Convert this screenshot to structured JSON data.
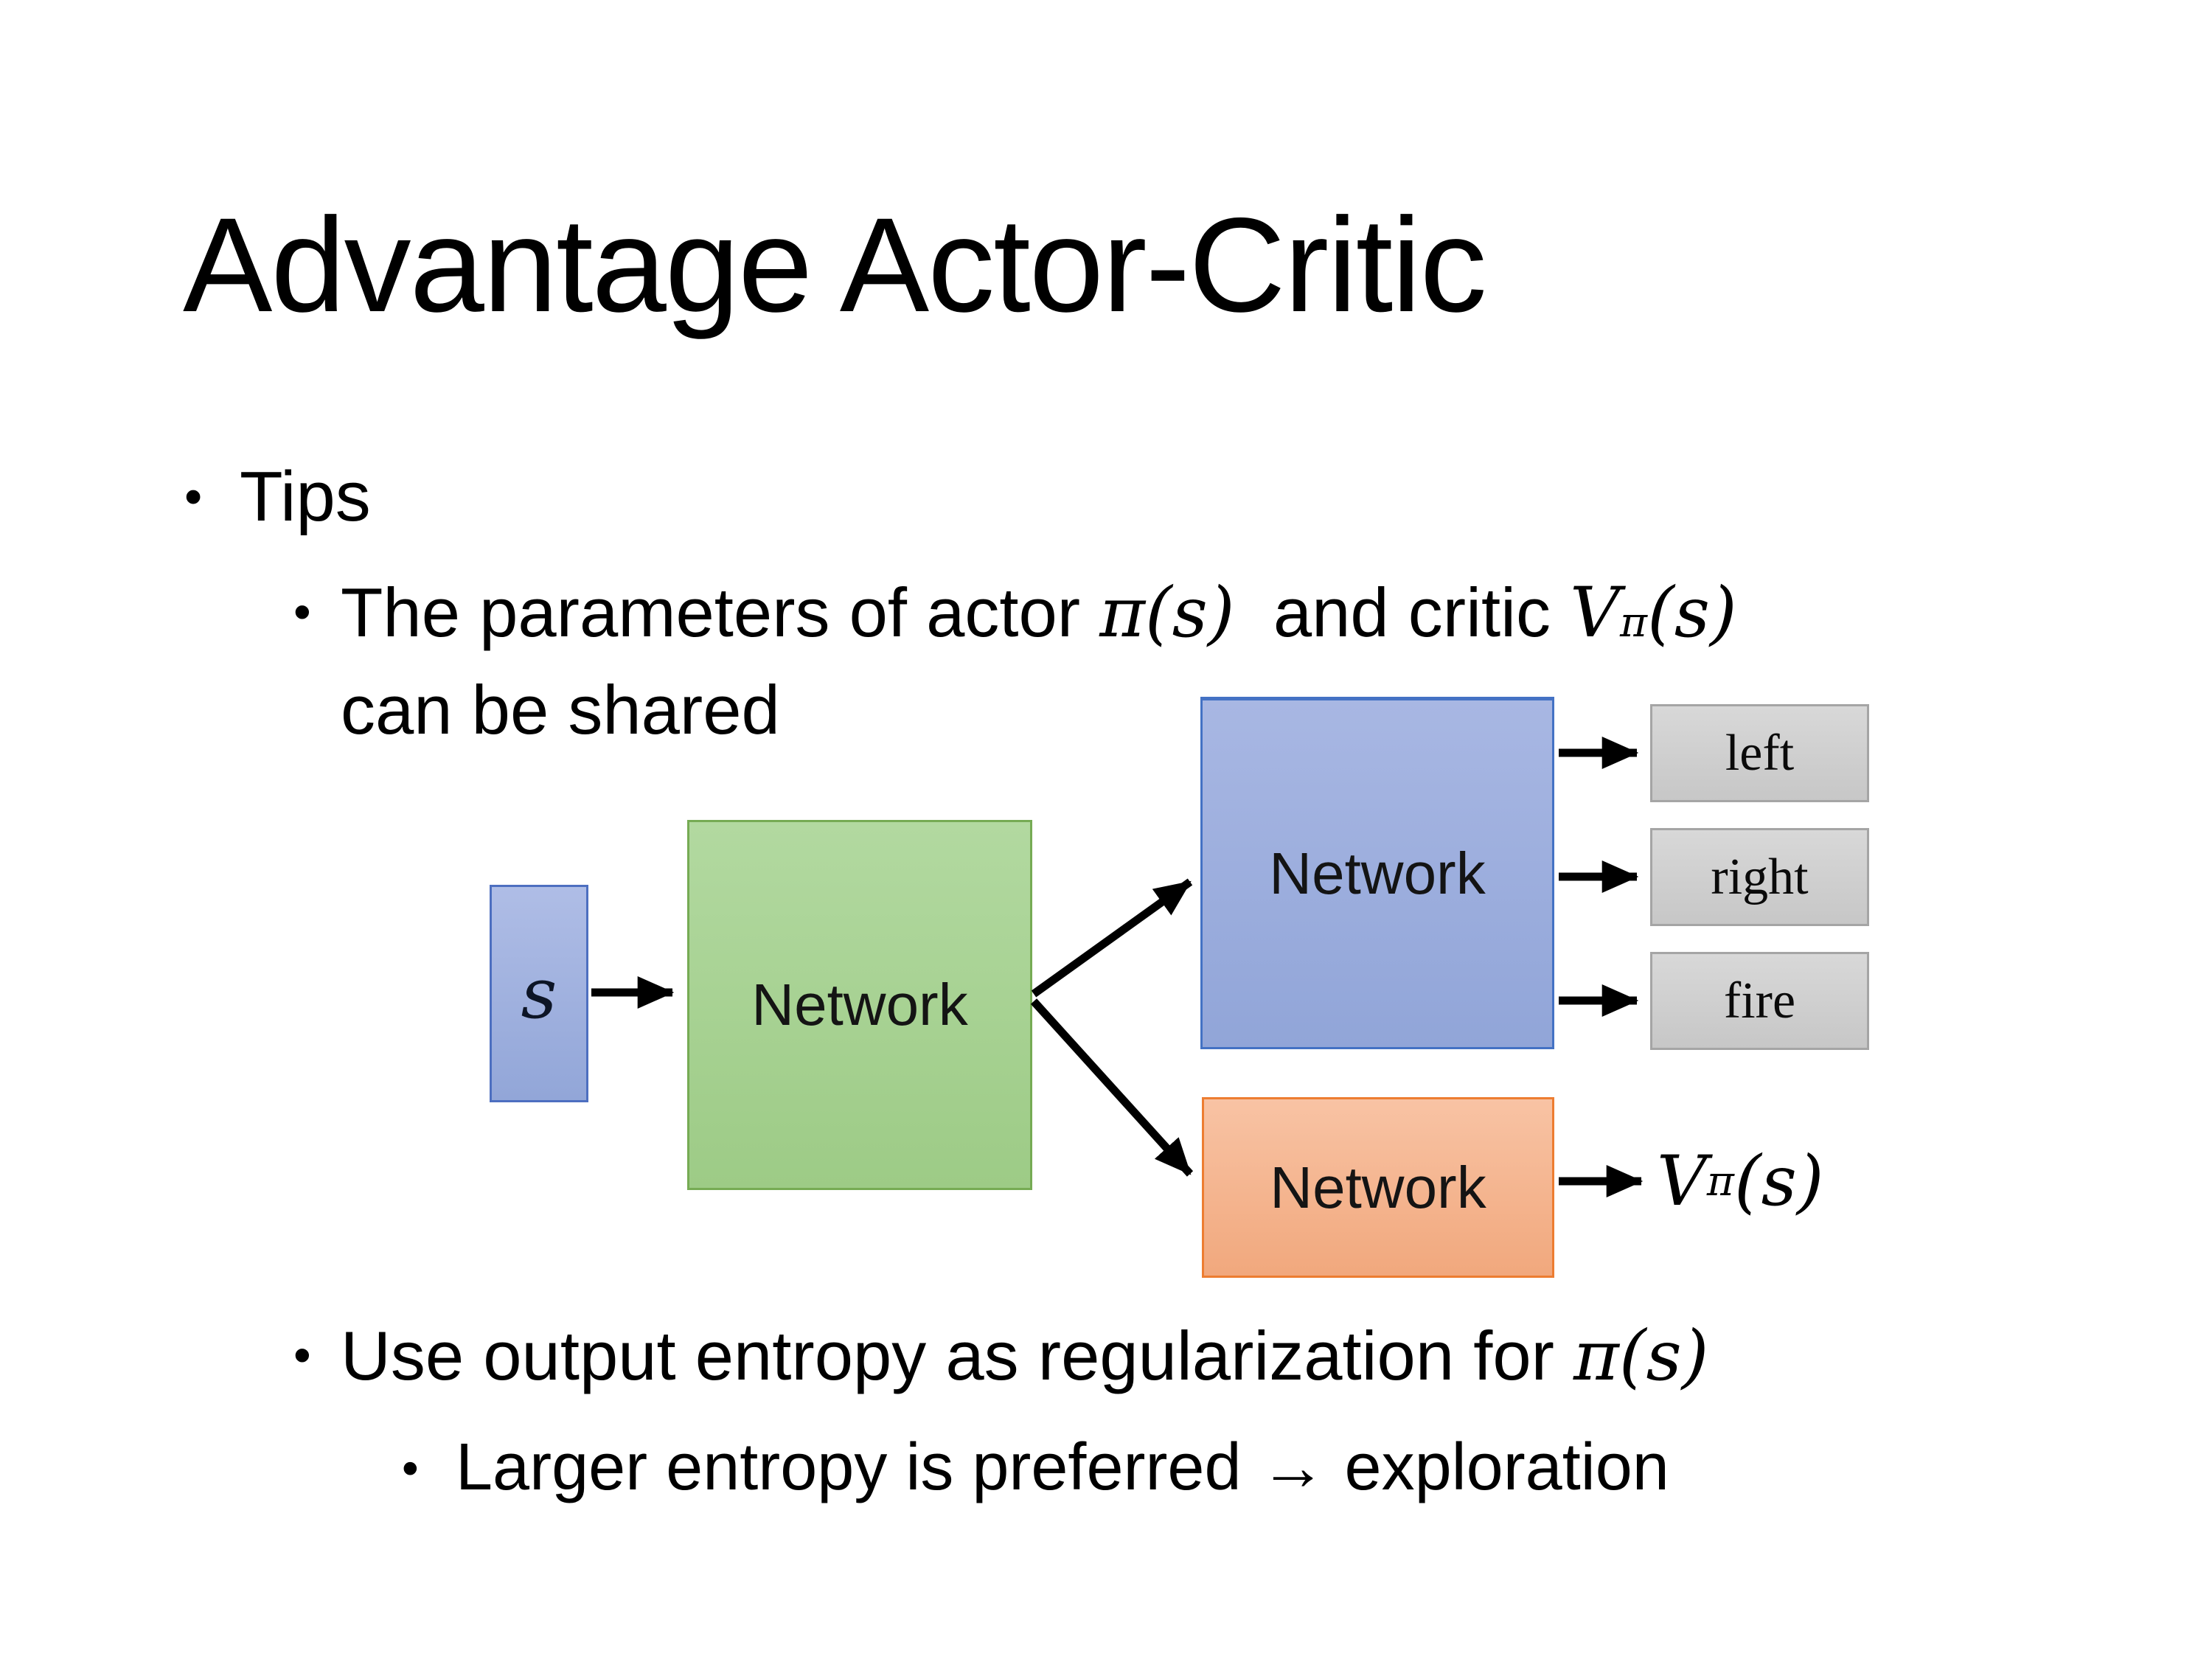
{
  "slide": {
    "title": "Advantage Actor-Critic",
    "bullet_char": "•"
  },
  "bullets": {
    "tips": "Tips",
    "shared": {
      "prefix": "The parameters of actor ",
      "actor_math": "π(s)",
      "middle": "  and critic ",
      "critic_base": "V",
      "critic_sup": "π",
      "critic_args": "(s)",
      "line2": "can be shared"
    },
    "entropy": {
      "prefix": "Use output entropy as regularization for ",
      "pi_math": "π(s)"
    },
    "exploration": "Larger entropy is preferred → exploration"
  },
  "diagram": {
    "state_label": "s",
    "shared_network_label": "Network",
    "actor_network_label": "Network",
    "critic_network_label": "Network",
    "actions": [
      "left",
      "right",
      "fire"
    ],
    "value": {
      "base": "V",
      "sup": "π",
      "args": "(s)"
    },
    "colors": {
      "state_fill": "#A4B4E1",
      "state_border": "#4D6FC0",
      "shared_fill": "#A9D496",
      "shared_border": "#76AB54",
      "actor_fill": "#9FB1DF",
      "actor_border": "#4472C4",
      "critic_fill": "#F5B astroturf",
      "critic_border": "#ED7D31",
      "action_fill": "#D3D3D3",
      "action_border": "#A5A5A5",
      "arrow": "#000000"
    }
  }
}
